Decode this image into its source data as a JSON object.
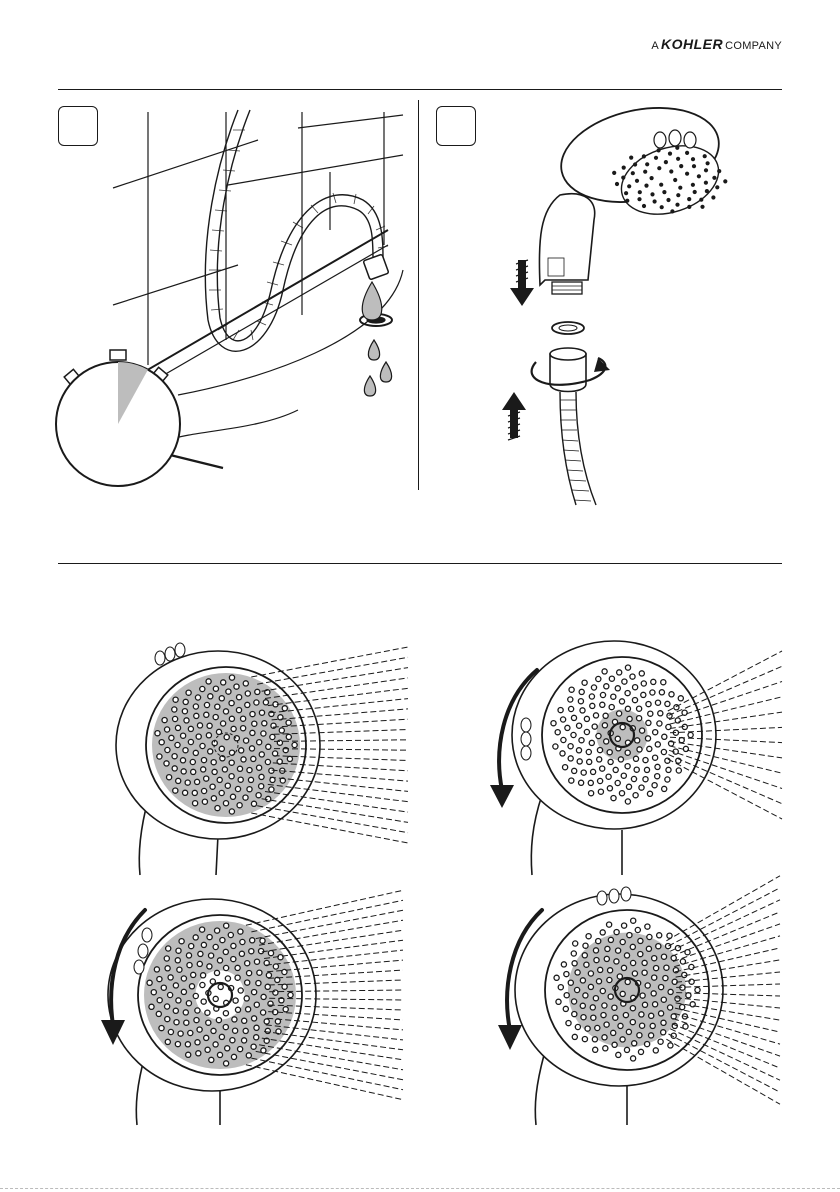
{
  "header": {
    "brand_prefix": "A",
    "brand_name": "KOHLER",
    "brand_suffix": "COMPANY"
  },
  "steps": [
    {
      "number": "",
      "illustration": "hose-flush-timer"
    },
    {
      "number": "",
      "illustration": "handshower-hose-connection"
    }
  ],
  "spray_modes": [
    {
      "position": "top-left",
      "illustration": "spray-mode-full",
      "rotation_arrow": false
    },
    {
      "position": "top-right",
      "illustration": "spray-mode-center",
      "rotation_arrow": true
    },
    {
      "position": "bottom-left",
      "illustration": "spray-mode-ring",
      "rotation_arrow": true
    },
    {
      "position": "bottom-right",
      "illustration": "spray-mode-combined",
      "rotation_arrow": true
    }
  ],
  "colors": {
    "ink": "#1a1a1a",
    "shade": "#bdbdbd",
    "light_shade": "#d9d9d9"
  },
  "timer": {
    "fill_fraction": 0.08
  }
}
